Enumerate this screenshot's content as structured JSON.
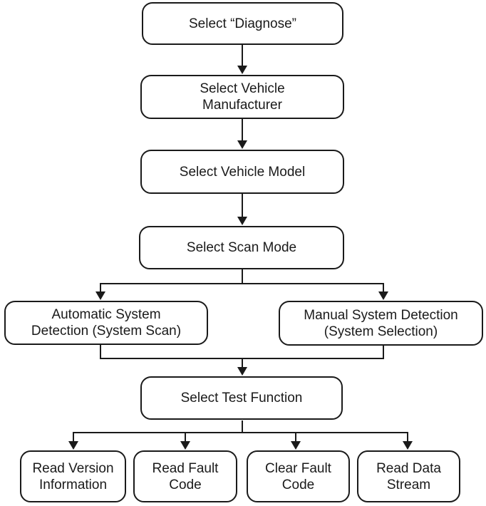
{
  "diagram": {
    "type": "flowchart",
    "nodes": {
      "select_diagnose": {
        "label": "Select “Diagnose”"
      },
      "select_manufacturer": {
        "label": "Select Vehicle\nManufacturer"
      },
      "select_model": {
        "label": "Select Vehicle Model"
      },
      "select_scan_mode": {
        "label": "Select Scan Mode"
      },
      "auto_detection": {
        "label": "Automatic System\nDetection (System Scan)"
      },
      "manual_detection": {
        "label": "Manual System Detection\n(System Selection)"
      },
      "select_test_function": {
        "label": "Select Test Function"
      },
      "read_version": {
        "label": "Read Version\nInformation"
      },
      "read_fault_code": {
        "label": "Read Fault\nCode"
      },
      "clear_fault_code": {
        "label": "Clear Fault\nCode"
      },
      "read_data_stream": {
        "label": "Read Data\nStream"
      }
    },
    "edges": [
      {
        "from": "select_diagnose",
        "to": "select_manufacturer"
      },
      {
        "from": "select_manufacturer",
        "to": "select_model"
      },
      {
        "from": "select_model",
        "to": "select_scan_mode"
      },
      {
        "from": "select_scan_mode",
        "to": "auto_detection"
      },
      {
        "from": "select_scan_mode",
        "to": "manual_detection"
      },
      {
        "from": "auto_detection",
        "to": "select_test_function"
      },
      {
        "from": "manual_detection",
        "to": "select_test_function"
      },
      {
        "from": "select_test_function",
        "to": "read_version"
      },
      {
        "from": "select_test_function",
        "to": "read_fault_code"
      },
      {
        "from": "select_test_function",
        "to": "clear_fault_code"
      },
      {
        "from": "select_test_function",
        "to": "read_data_stream"
      }
    ],
    "colors": {
      "line": "#1a1a1a",
      "box_border": "#1a1a1a",
      "box_background": "#ffffff",
      "text": "#1a1a1a",
      "page_background": "#ffffff"
    }
  }
}
